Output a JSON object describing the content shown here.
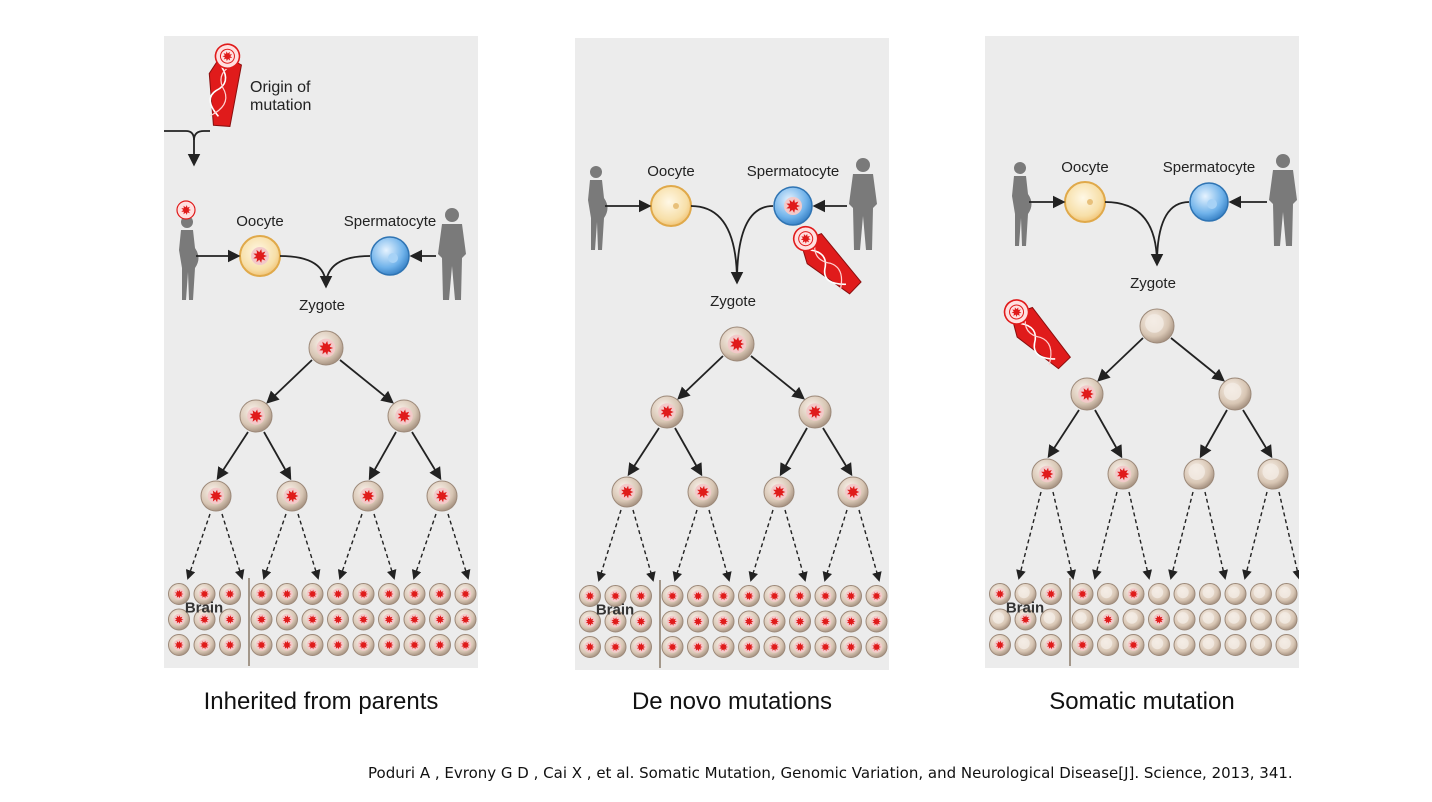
{
  "panels": [
    {
      "id": "inherited",
      "caption": "Inherited from parents",
      "labels": {
        "origin": "Origin of\nmutation",
        "oocyte": "Oocyte",
        "spermatocyte": "Spermatocyte",
        "zygote": "Zygote",
        "brain": "Brain"
      }
    },
    {
      "id": "de-novo",
      "caption": "De novo mutations",
      "labels": {
        "oocyte": "Oocyte",
        "spermatocyte": "Spermatocyte",
        "zygote": "Zygote",
        "brain": "Brain"
      }
    },
    {
      "id": "somatic",
      "caption": "Somatic mutation",
      "labels": {
        "oocyte": "Oocyte",
        "spermatocyte": "Spermatocyte",
        "zygote": "Zygote",
        "brain": "Brain"
      }
    }
  ],
  "citation": "Poduri A , Evrony G D , Cai X , et al. Somatic Mutation, Genomic Variation, and Neurological Disease[J]. Science, 2013, 341.",
  "colors": {
    "mutation_red": "#e01b1b",
    "cell_tan": "#d8c6b4",
    "oocyte_yellow": "#f2c67a",
    "sperm_blue": "#6fb2ea",
    "silhouette": "#7a7a7a",
    "panel_bg": "#ececec"
  }
}
